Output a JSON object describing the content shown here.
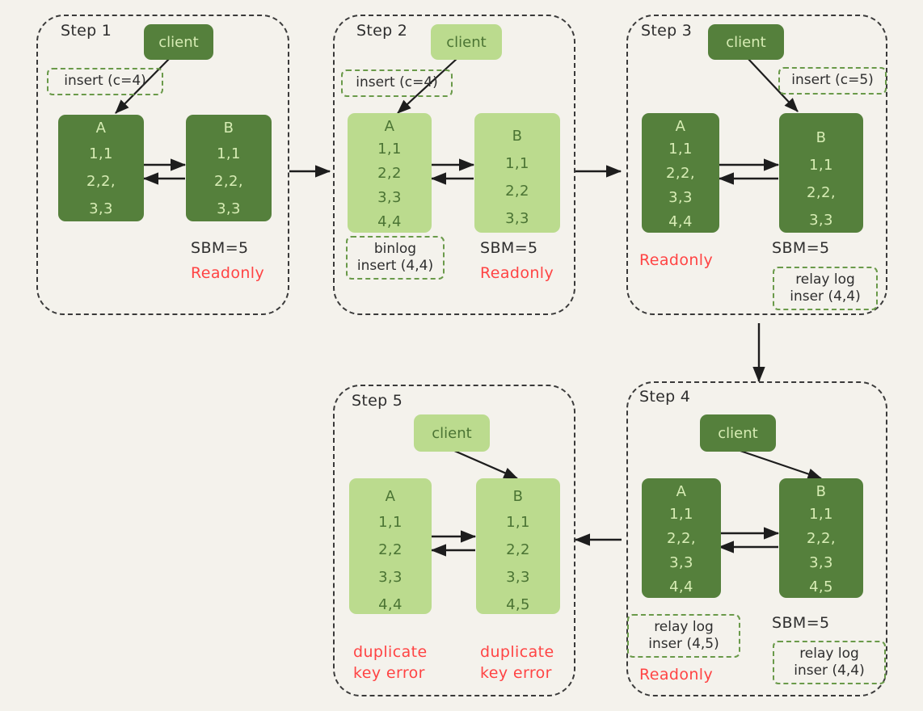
{
  "diagram": {
    "title": "MySQL replication step-by-step duplicate key error",
    "background_color": "#f4f2ec",
    "colors": {
      "dark_green": "#55803c",
      "light_green": "#bbdb8e",
      "dark_text_on_dark": "#d7ecb4",
      "dark_text_on_light": "#4b7434",
      "tag_border": "#6a9a4a",
      "error_red": "#ff4444",
      "panel_border": "#3a3a3a"
    }
  },
  "steps": [
    {
      "id": "step1",
      "title": "Step 1",
      "client": "client",
      "insert_tag": "insert (c=4)",
      "node_a": {
        "name": "A",
        "rows": [
          "1,1",
          "2,2,",
          "3,3"
        ]
      },
      "node_b": {
        "name": "B",
        "rows": [
          "1,1",
          "2,2,",
          "3,3"
        ]
      },
      "sbm": "SBM=5",
      "readonly": "Readonly"
    },
    {
      "id": "step2",
      "title": "Step 2",
      "client": "client",
      "insert_tag": "insert (c=4)",
      "node_a": {
        "name": "A",
        "rows": [
          "1,1",
          "2,2",
          "3,3",
          "4,4"
        ]
      },
      "node_b": {
        "name": "B",
        "rows": [
          "1,1",
          "2,2",
          "3,3"
        ]
      },
      "binlog_tag": [
        "binlog",
        "insert (4,4)"
      ],
      "sbm": "SBM=5",
      "readonly": "Readonly"
    },
    {
      "id": "step3",
      "title": "Step 3",
      "client": "client",
      "insert_tag": "insert (c=5)",
      "node_a": {
        "name": "A",
        "rows": [
          "1,1",
          "2,2,",
          "3,3",
          "4,4"
        ]
      },
      "node_b": {
        "name": "B",
        "rows": [
          "1,1",
          "2,2,",
          "3,3"
        ]
      },
      "readonly": "Readonly",
      "sbm": "SBM=5",
      "relay_tag": [
        "relay log",
        "inser (4,4)"
      ]
    },
    {
      "id": "step4",
      "title": "Step 4",
      "client": "client",
      "node_a": {
        "name": "A",
        "rows": [
          "1,1",
          "2,2,",
          "3,3",
          "4,4"
        ]
      },
      "node_b": {
        "name": "B",
        "rows": [
          "1,1",
          "2,2,",
          "3,3",
          "4,5"
        ]
      },
      "relay_tag_a": [
        "relay log",
        "inser (4,5)"
      ],
      "readonly": "Readonly",
      "sbm": "SBM=5",
      "relay_tag_b": [
        "relay log",
        "inser (4,4)"
      ]
    },
    {
      "id": "step5",
      "title": "Step 5",
      "client": "client",
      "node_a": {
        "name": "A",
        "rows": [
          "1,1",
          "2,2",
          "3,3",
          "4,4"
        ]
      },
      "node_b": {
        "name": "B",
        "rows": [
          "1,1",
          "2,2",
          "3,3",
          "4,5"
        ]
      },
      "error_a": [
        "duplicate",
        "key error"
      ],
      "error_b": [
        "duplicate",
        "key error"
      ]
    }
  ],
  "flow": {
    "step1_to_step2": "arrow-right",
    "step2_to_step3": "arrow-right",
    "step3_to_step4": "arrow-down",
    "step4_to_step5": "arrow-left"
  }
}
